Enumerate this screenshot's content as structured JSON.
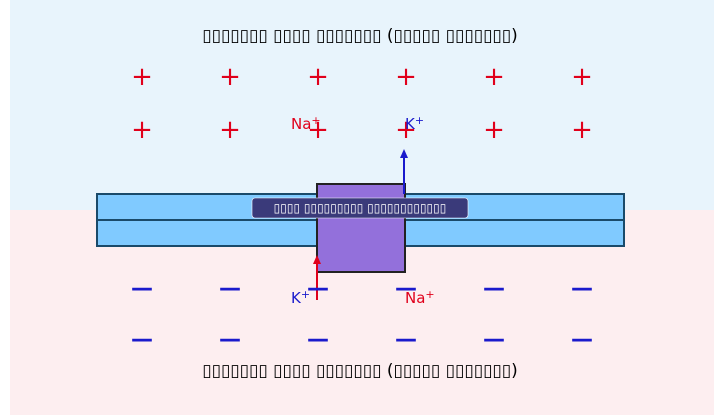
{
  "diagram": {
    "top_label": "▯▯▯▯▯▯▯ ▯▯▯▯ ▯▯▯▯▯▯▯ (▯▯▯▯▯ ▯▯▯▯▯▯▯)",
    "bottom_label": "▯▯▯▯▯▯▯ ▯▯▯▯ ▯▯▯▯▯▯▯ (▯▯▯▯▯ ▯▯▯▯▯▯▯)",
    "pump_label": "▯▯▯▯ ▯▯▯▯▯▯▯▯▯ ▯▯▯▯▯▯▯▯▯▯▯▯",
    "plus_symbol": "+",
    "minus_symbol": "—",
    "ions": {
      "na_top": "Na",
      "k_top": "K",
      "k_bottom": "K",
      "na_bottom": "Na",
      "charge": "+"
    },
    "colors": {
      "outside_bg": "#e8f4fc",
      "inside_bg": "#fdeef0",
      "membrane_fill": "#80caff",
      "membrane_stroke": "#1a4a6a",
      "pump_fill": "#9370db",
      "pump_stroke": "#222222",
      "positive": "#e0001b",
      "negative": "#1a1acc",
      "label_box": "#3a3a7a"
    }
  }
}
